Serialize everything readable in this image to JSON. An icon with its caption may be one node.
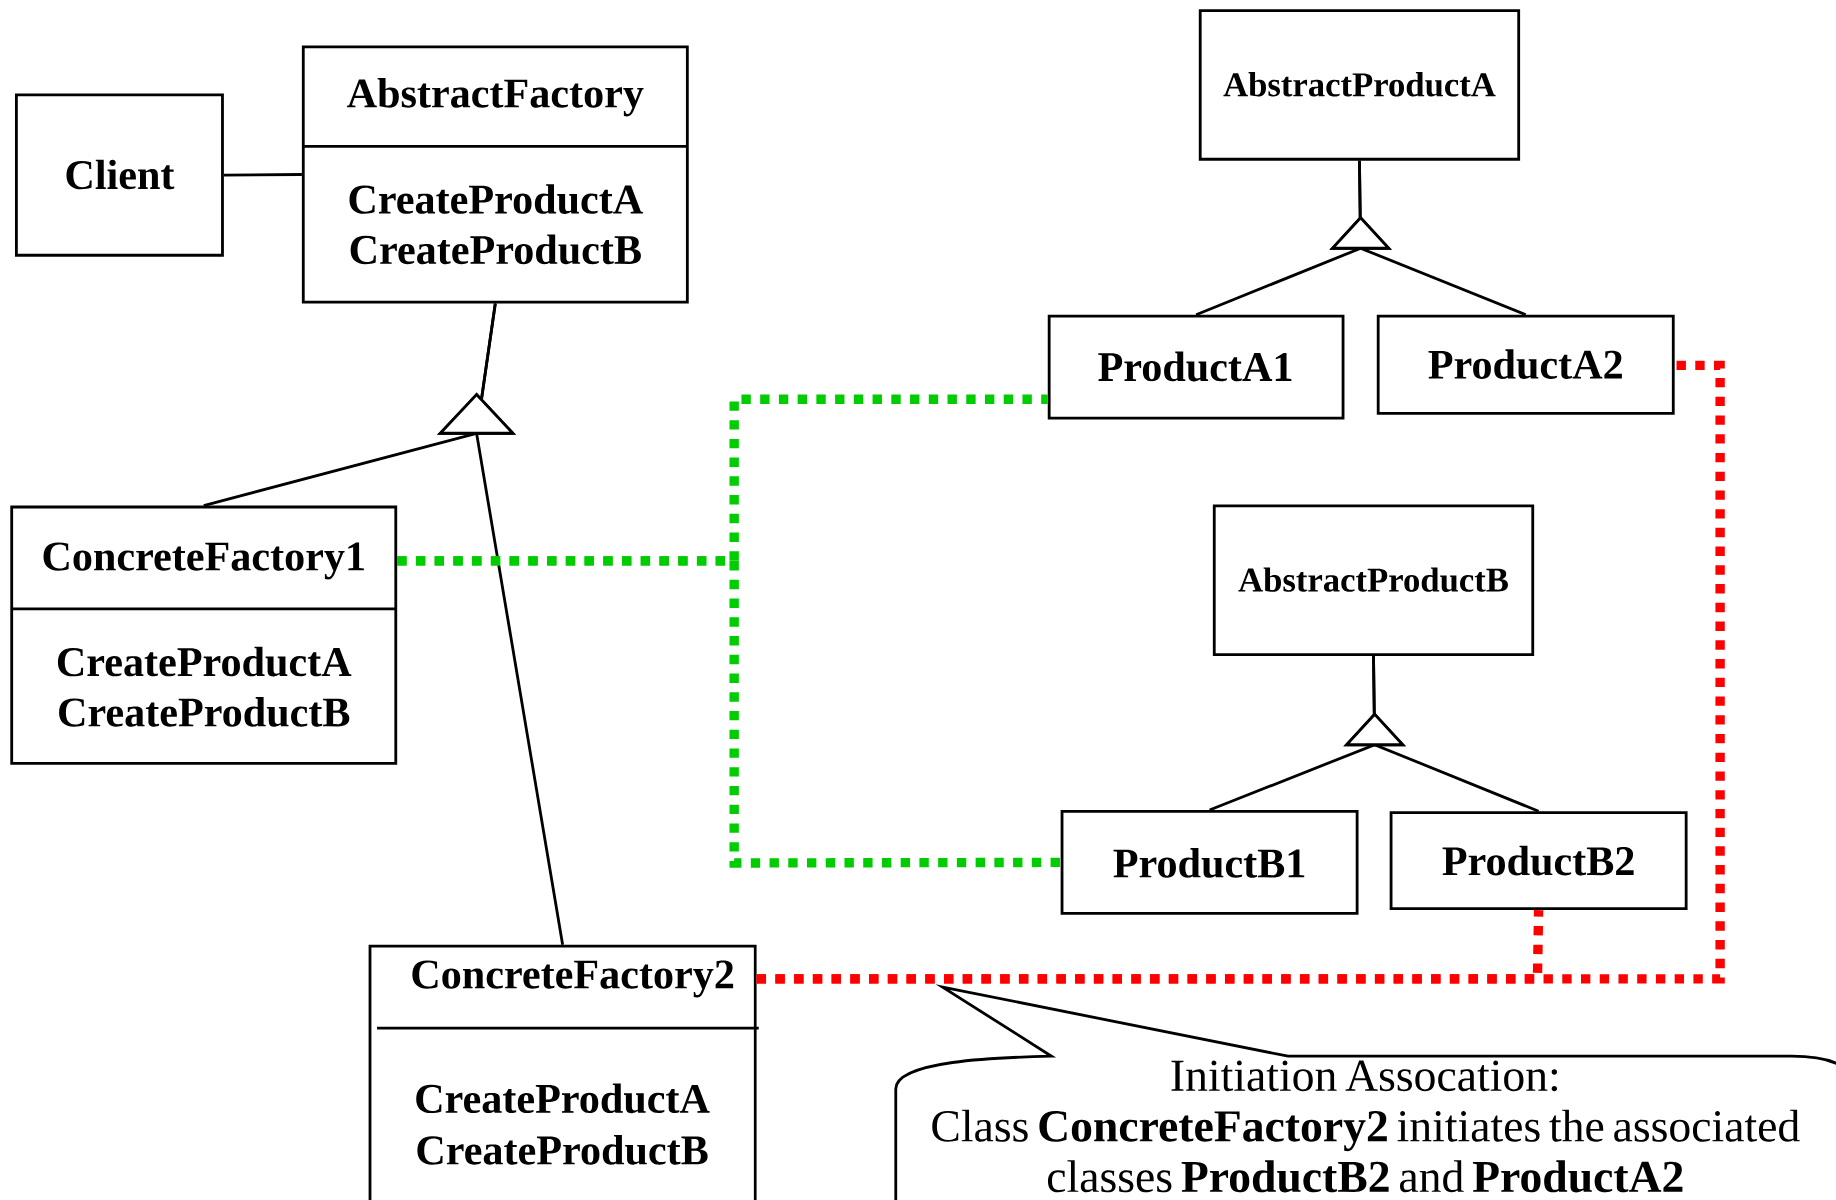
{
  "diagram": {
    "nodes": [
      {
        "text": [
          "Client"
        ]
      },
      {
        "text": [
          "AbstractFactory",
          "CreateProductA",
          "CreateProductB"
        ]
      },
      {
        "text": [
          "AbstractProductA"
        ]
      },
      {
        "text": [
          "ProductA1"
        ]
      },
      {
        "text": [
          "ProductA2"
        ]
      },
      {
        "text": [
          "ConcreteFactory1",
          "CreateProductA",
          "CreateProductB"
        ]
      },
      {
        "text": [
          "AbstractProductB"
        ]
      },
      {
        "text": [
          "ProductB1"
        ]
      },
      {
        "text": [
          "ProductB2"
        ]
      },
      {
        "text": [
          "ConcreteFactory2",
          "CreateProductA",
          "CreateProductB"
        ]
      },
      {
        "text": [
          "Initiation Assocation:",
          "Class **ConcreteFactory2** initiates the associated classes **ProductB2** and **ProductA2**"
        ]
      }
    ],
    "edges": [
      {
        "from": 0,
        "to": 1,
        "arrow": "none"
      },
      {
        "from": 5,
        "to": 1,
        "arrow": "to"
      },
      {
        "from": 9,
        "to": 1,
        "arrow": "to"
      },
      {
        "from": 3,
        "to": 2,
        "arrow": "to"
      },
      {
        "from": 4,
        "to": 2,
        "arrow": "to"
      },
      {
        "from": 7,
        "to": 6,
        "arrow": "to"
      },
      {
        "from": 8,
        "to": 6,
        "arrow": "to"
      },
      {
        "from": 5,
        "to": 3,
        "arrow": "none",
        "style": "dashed",
        "color": "#00cc00"
      },
      {
        "from": 5,
        "to": 7,
        "arrow": "none",
        "style": "dashed",
        "color": "#00cc00"
      },
      {
        "from": 9,
        "to": 8,
        "arrow": "none",
        "style": "dashed",
        "color": "#ff0000"
      },
      {
        "from": 9,
        "to": 4,
        "arrow": "none",
        "style": "dashed",
        "color": "#ff0000"
      }
    ]
  }
}
